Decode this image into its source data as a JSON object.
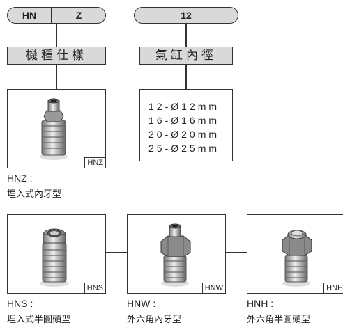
{
  "model_group": {
    "prefix": "HN",
    "type_code": "Z",
    "label": "機種仕樣"
  },
  "bore_group": {
    "value": "12",
    "label": "氣缸內徑",
    "options": [
      "12-Ø12mm",
      "16-Ø16mm",
      "20-Ø20mm",
      "25-Ø25mm"
    ]
  },
  "types": [
    {
      "code": "HNZ",
      "caption_code": "HNZ :",
      "caption_desc": "埋入式內牙型"
    },
    {
      "code": "HNS",
      "caption_code": "HNS :",
      "caption_desc": "埋入式半圓頭型"
    },
    {
      "code": "HNW",
      "caption_code": "HNW :",
      "caption_desc": "外六角內牙型"
    },
    {
      "code": "HNH",
      "caption_code": "HNH :",
      "caption_desc": "外六角半圓頭型"
    }
  ],
  "colors": {
    "pill_fill": "#d9d9d9",
    "line": "#333333",
    "metal": "#b8b8b8"
  }
}
